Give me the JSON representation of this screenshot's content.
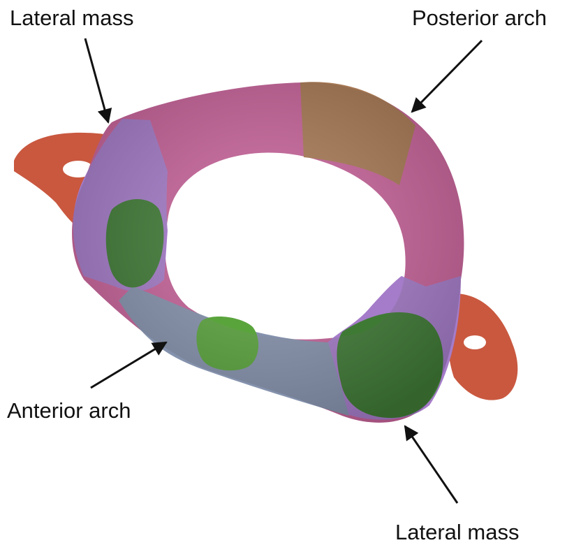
{
  "labels": {
    "lateral_mass_top": "Lateral mass",
    "posterior_arch": "Posterior arch",
    "anterior_arch": "Anterior arch",
    "lateral_mass_bottom": "Lateral mass"
  },
  "colors": {
    "transverse_process": "#c9583f",
    "lateral_mass": "#a57cc9",
    "posterior_arch": "#c8639a",
    "posterior_tubercle": "#a97a55",
    "anterior_arch": "#8592ad",
    "facet": "#3f7a35",
    "anterior_tubercle": "#5aa43c",
    "arrow": "#111111"
  }
}
